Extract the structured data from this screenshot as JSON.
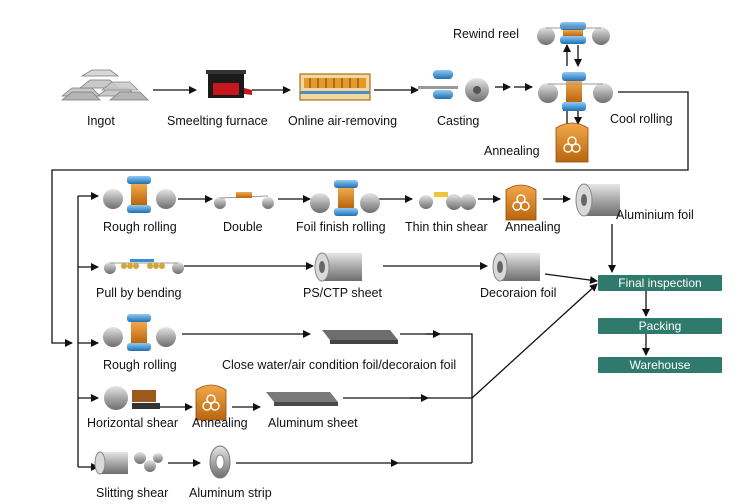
{
  "steps": {
    "ingot": "Ingot",
    "smelting_furnace": "Smeelting furnace",
    "online_air_removing": "Online air-removing",
    "casting": "Casting",
    "rewind_reel": "Rewind reel",
    "cool_rolling": "Cool rolling",
    "annealing_top": "Annealing",
    "rough_rolling_1": "Rough rolling",
    "double": "Double",
    "foil_finish_rolling": "Foil finish rolling",
    "thin_thin_shear": "Thin thin shear",
    "annealing_row1": "Annealing",
    "aluminium_foil": "Aluminium foil",
    "pull_by_bending": "Pull by bending",
    "ps_ctp_sheet": "PS/CTP sheet",
    "decoraion_foil": "Decoraion foil",
    "rough_rolling_2": "Rough rolling",
    "close_water_air": "Close water/air condition foil/decoraion foil",
    "horizontal_shear": "Horizontal shear",
    "annealing_row4": "Annealing",
    "aluminum_sheet": "Aluminum sheet",
    "slitting_shear": "Slitting shear",
    "aluminum_strip": "Aluminum strip"
  },
  "final_steps": {
    "final_inspection": "Final inspection",
    "packing": "Packing",
    "warehouse": "Warehouse"
  },
  "colors": {
    "box": "#2f7a6c",
    "roller_blue": "#3a8fd4",
    "annealing_orange": "#d8821e",
    "furnace_red": "#c8161d"
  }
}
